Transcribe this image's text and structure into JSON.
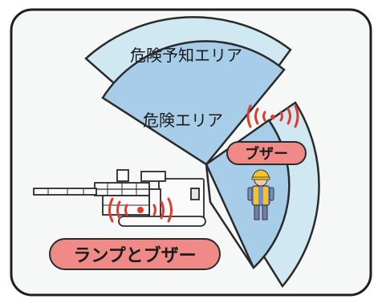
{
  "zones": {
    "warning_label": "危険予知エリア",
    "danger_label": "危険エリア"
  },
  "callouts": {
    "worker_buzzer_label": "ブザー",
    "machine_lamp_buzzer_label": "ランプとブザー"
  },
  "colors": {
    "frame_border": "#1f1f1f",
    "frame_fill": "#f6f8f8",
    "warning_zone_fill": "#cfe8f2",
    "danger_zone_fill": "#a8cde8",
    "zone_stroke": "#2a2a2a",
    "callout_fill": "#f08a86",
    "callout_stroke": "#2a2a2a",
    "signal_red": "#e03a2a",
    "machine_fill": "#fafafa"
  }
}
